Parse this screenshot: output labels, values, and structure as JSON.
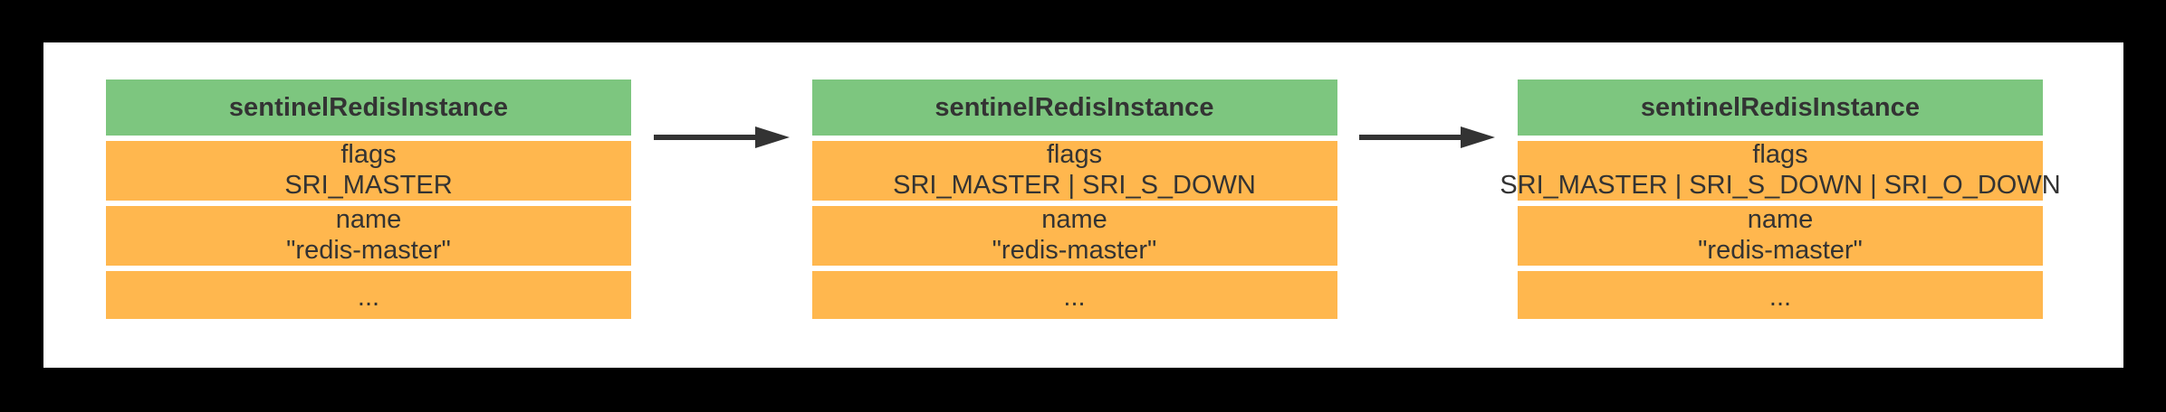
{
  "diagram": {
    "type": "state-transition-flow",
    "background_color": "#000000",
    "surface_color": "#ffffff",
    "header_color": "#7dc67f",
    "row_color": "#ffb74e",
    "text_color": "#333333",
    "arrow_color": "#333333",
    "nodes": [
      {
        "title": "sentinelRedisInstance",
        "rows": [
          {
            "key": "flags",
            "value": "SRI_MASTER"
          },
          {
            "key": "name",
            "value": "\"redis-master\""
          },
          {
            "key": "",
            "value": "..."
          }
        ]
      },
      {
        "title": "sentinelRedisInstance",
        "rows": [
          {
            "key": "flags",
            "value": "SRI_MASTER | SRI_S_DOWN"
          },
          {
            "key": "name",
            "value": "\"redis-master\""
          },
          {
            "key": "",
            "value": "..."
          }
        ]
      },
      {
        "title": "sentinelRedisInstance",
        "rows": [
          {
            "key": "flags",
            "value": "SRI_MASTER | SRI_S_DOWN | SRI_O_DOWN"
          },
          {
            "key": "name",
            "value": "\"redis-master\""
          },
          {
            "key": "",
            "value": "..."
          }
        ]
      }
    ],
    "connectors": [
      {
        "name": "arrow-right-icon",
        "from": "node-1",
        "to": "node-2"
      },
      {
        "name": "arrow-right-icon",
        "from": "node-2",
        "to": "node-3"
      }
    ]
  }
}
